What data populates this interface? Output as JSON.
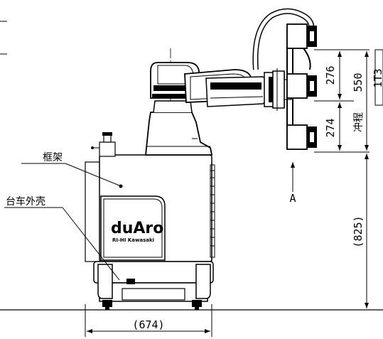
{
  "dimensions": {
    "width_label": "(674)",
    "height_label": "(825)",
    "upper_label": "276",
    "lower_label": "274",
    "stroke_total_label": "550",
    "stroke_word": "冲程",
    "view_marker": "A",
    "edge_tag": "1T3"
  },
  "callouts": {
    "frame_label": "框架",
    "cart_shell_label": "台车外壳"
  },
  "brand": {
    "logo_text": "duAro",
    "logo_sub": "RI-HI Kawasaki"
  }
}
